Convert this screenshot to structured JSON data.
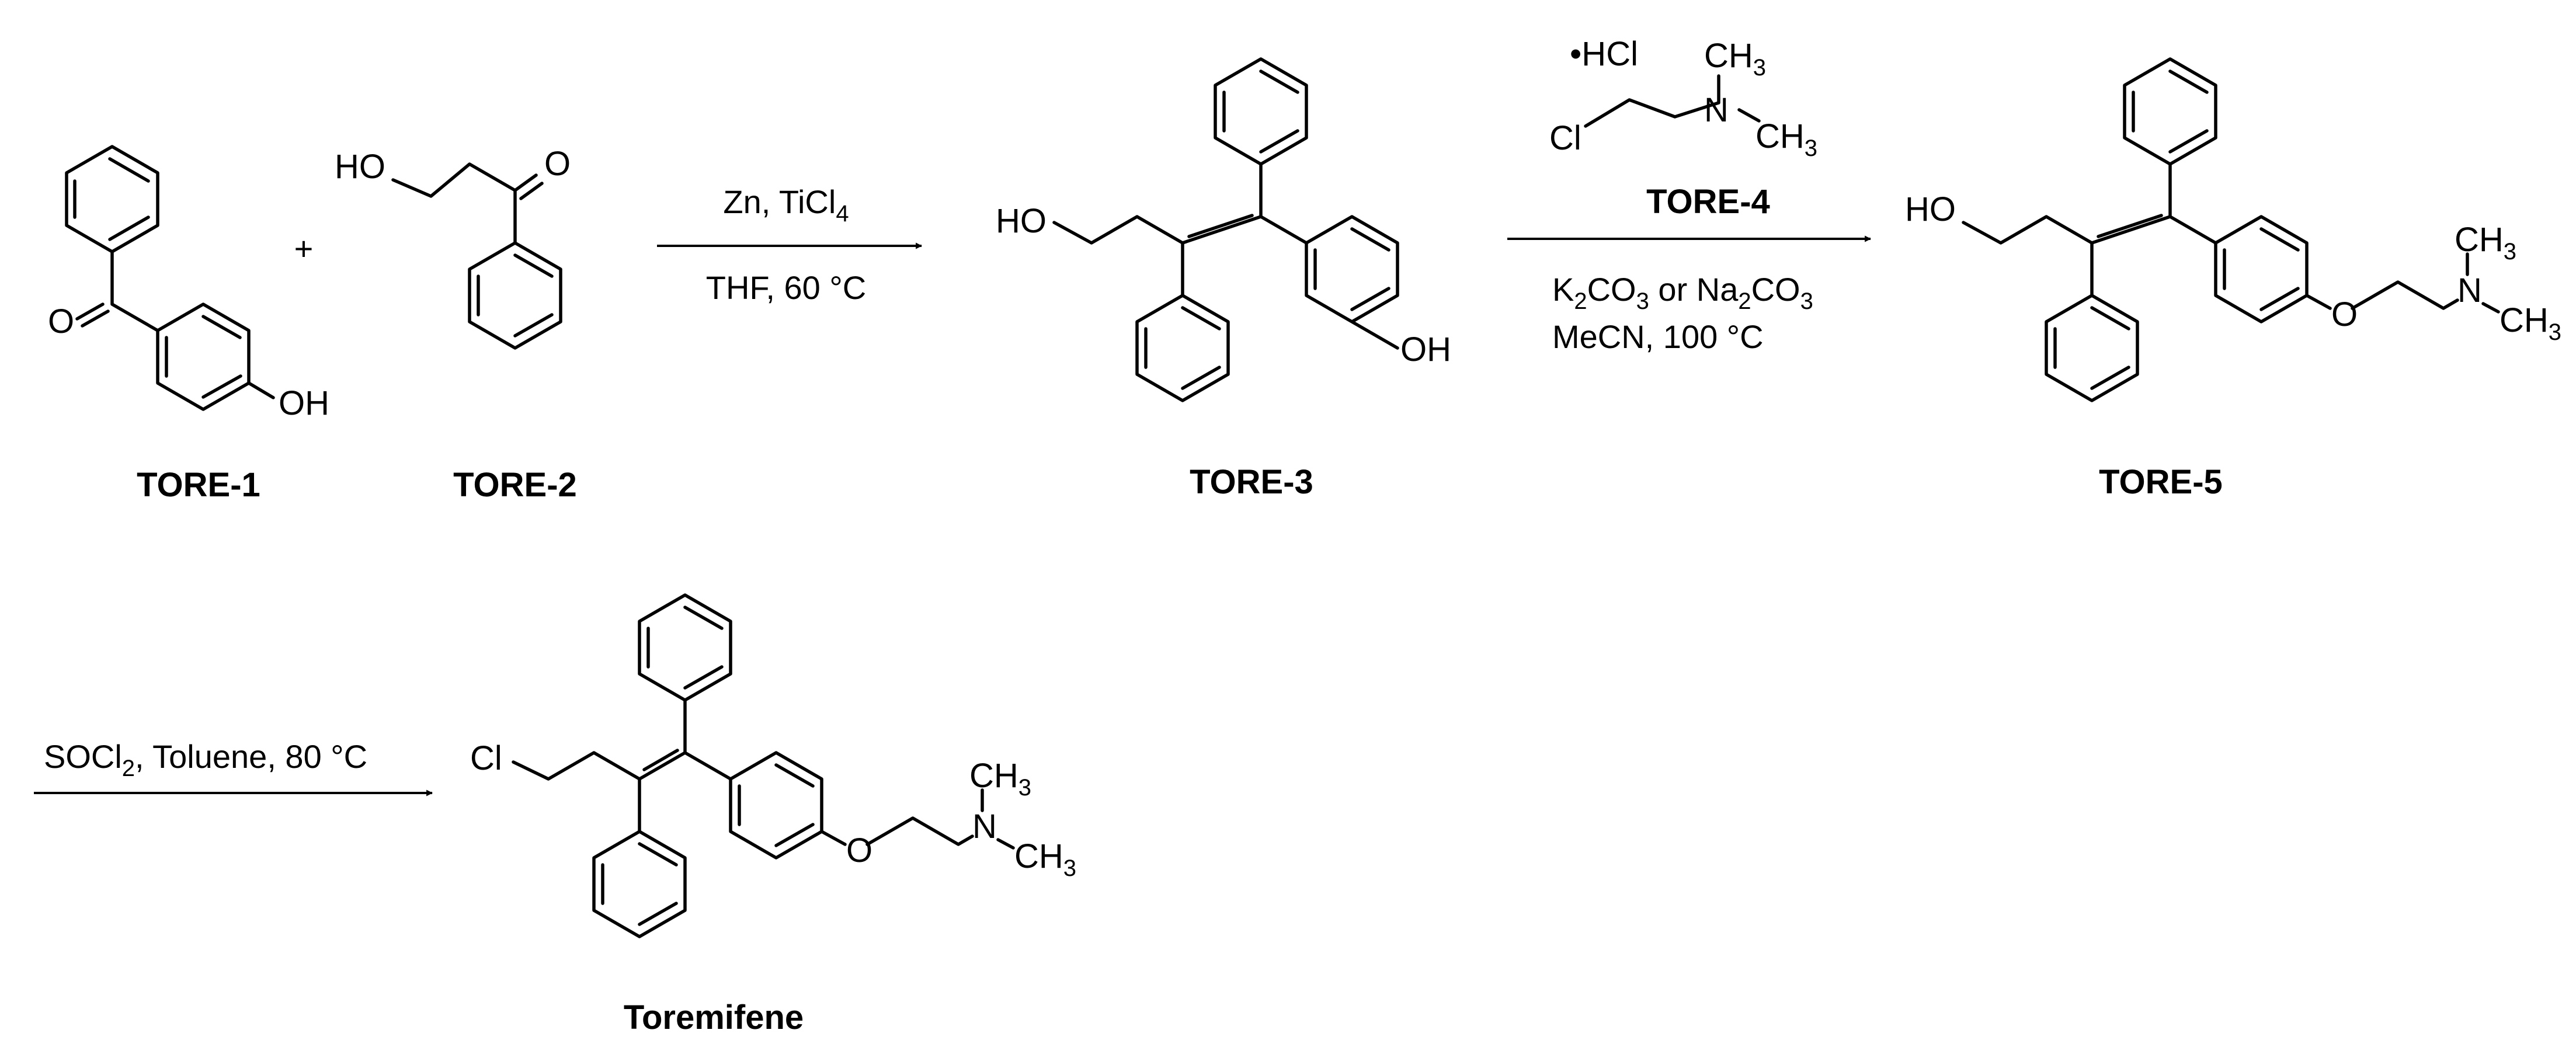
{
  "compounds": {
    "tore1": {
      "name": "TORE-1",
      "O": "O",
      "OH": "OH"
    },
    "tore2": {
      "name": "TORE-2",
      "HO": "HO",
      "O": "O"
    },
    "tore3": {
      "name": "TORE-3",
      "HO": "HO",
      "OH": "OH"
    },
    "tore4": {
      "name": "TORE-4",
      "hcl": "•HCl",
      "Cl": "Cl",
      "N": "N",
      "CH": "CH",
      "sub3": "3"
    },
    "tore5": {
      "name": "TORE-5",
      "HO": "HO",
      "O": "O",
      "N": "N",
      "CH": "CH",
      "sub3": "3"
    },
    "toremifene": {
      "name": "Toremifene",
      "Cl": "Cl",
      "O": "O",
      "N": "N",
      "CH": "CH",
      "sub3": "3"
    }
  },
  "plus_sign": "+",
  "step1": {
    "above": {
      "a": "Zn, TiCl",
      "sub": "4"
    },
    "below": "THF, 60 °C"
  },
  "step2": {
    "line1": {
      "a": "K",
      "s1": "2",
      "b": "CO",
      "s2": "3",
      "c": " or Na",
      "s3": "2",
      "d": "CO",
      "s4": "3"
    },
    "line2": "MeCN, 100 °C"
  },
  "step3": {
    "above": {
      "a": "SOCl",
      "sub": "2",
      "b": ", Toluene, 80 °C"
    }
  },
  "colors": {
    "ink": "#000000",
    "background": "#ffffff"
  }
}
